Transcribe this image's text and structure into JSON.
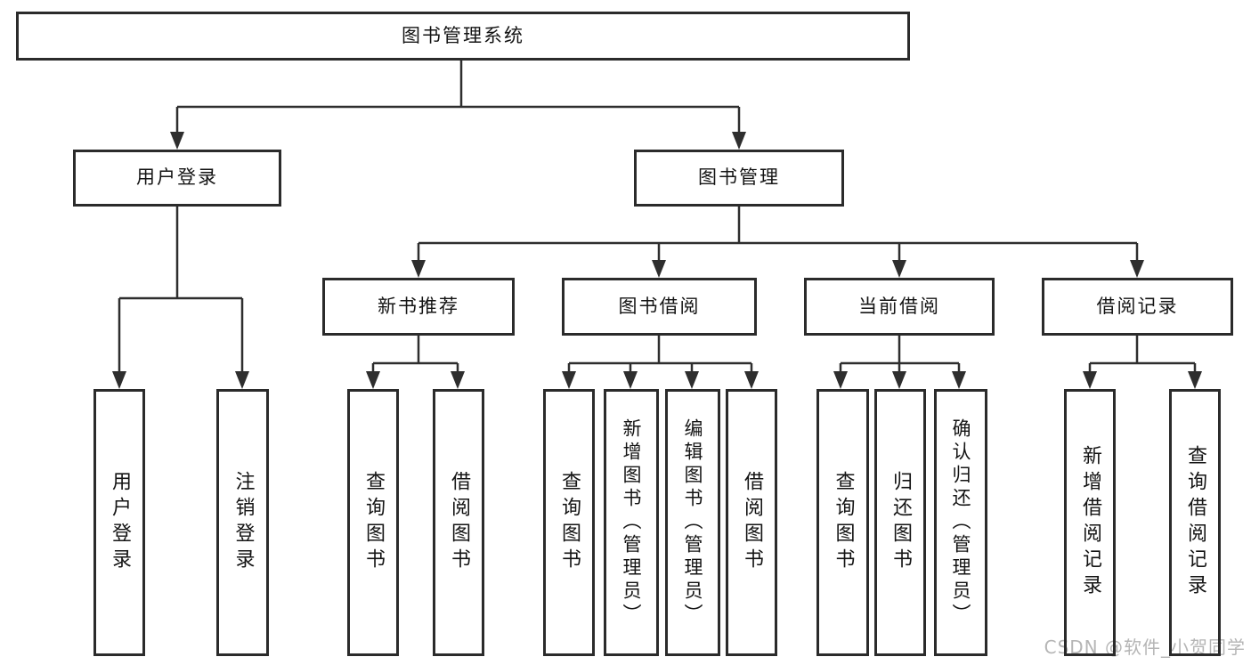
{
  "tree": {
    "root": {
      "label": "图书管理系统"
    },
    "children": [
      {
        "label": "用户登录",
        "children": [
          {
            "label": "用户登录"
          },
          {
            "label": "注销登录"
          }
        ]
      },
      {
        "label": "图书管理",
        "children": [
          {
            "label": "新书推荐",
            "children": [
              {
                "label": "查询图书"
              },
              {
                "label": "借阅图书"
              }
            ]
          },
          {
            "label": "图书借阅",
            "children": [
              {
                "label": "查询图书"
              },
              {
                "label": "新增图书（管理员）"
              },
              {
                "label": "编辑图书（管理员）"
              },
              {
                "label": "借阅图书"
              }
            ]
          },
          {
            "label": "当前借阅",
            "children": [
              {
                "label": "查询图书"
              },
              {
                "label": "归还图书"
              },
              {
                "label": "确认归还（管理员）"
              }
            ]
          },
          {
            "label": "借阅记录",
            "children": [
              {
                "label": "新增借阅记录"
              },
              {
                "label": "查询借阅记录"
              }
            ]
          }
        ]
      }
    ]
  },
  "watermark": {
    "text": "CSDN @软件_小贺同学"
  },
  "colors": {
    "line": "#2e2e2e",
    "box_border": "#2b2b2b",
    "text": "#141414",
    "watermark": "#b5b5b5",
    "background": "#ffffff"
  }
}
